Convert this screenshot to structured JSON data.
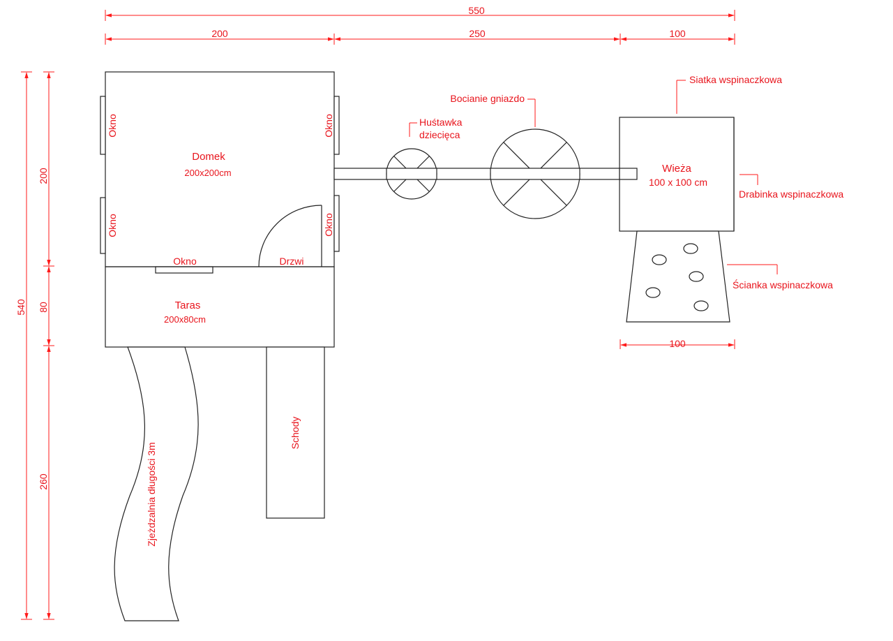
{
  "dimensions": {
    "top_total": "550",
    "top_house": "200",
    "top_bridge": "250",
    "top_tower": "100",
    "tower_base": "100",
    "left_total": "540",
    "left_house": "200",
    "left_terrace": "80",
    "left_slide": "260"
  },
  "labels": {
    "house_title": "Domek",
    "house_size": "200x200cm",
    "window_left_top": "Okno",
    "window_left_bottom": "Okno",
    "window_right_top": "Okno",
    "window_right_bottom": "Okno",
    "window_front": "Okno",
    "door": "Drzwi",
    "terrace_title": "Taras",
    "terrace_size": "200x80cm",
    "stairs": "Schody",
    "slide": "Zjeżdzalnia długości 3m",
    "swing_line1": "Huśtawka",
    "swing_line2": "dziecięca",
    "stork_nest": "Bocianie gniazdo",
    "tower_title": "Wieża",
    "tower_size": "100 x 100 cm",
    "climbing_net": "Siatka wspinaczkowa",
    "climbing_ladder": "Drabinka wspinaczkowa",
    "climbing_wall": "Ścianka wspinaczkowa"
  },
  "colors": {
    "annotation": "#e8141c",
    "outline": "#222222"
  }
}
